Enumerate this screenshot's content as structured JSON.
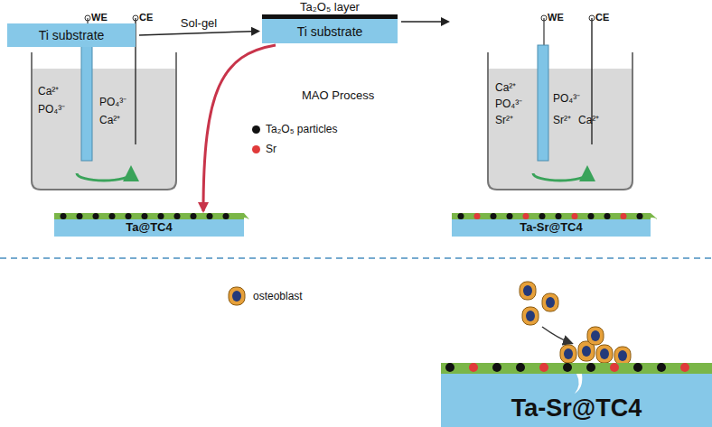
{
  "diagram": {
    "nodes": [
      {
        "text": [
          "Ti substrate"
        ]
      },
      {
        "text": [
          "Ta₂O₅ layer",
          "Ti substrate"
        ]
      },
      {
        "text": [
          "Ta@TC4"
        ]
      },
      {
        "text": [
          "Ta-Sr@TC4"
        ]
      },
      {
        "text": [
          "Ta-Sr@TC4"
        ]
      }
    ],
    "edges": [
      {
        "from": 0,
        "to": 1,
        "label": "Sol-gel",
        "arrow": "to"
      },
      {
        "from": 1,
        "to": 2,
        "arrow": "to"
      },
      {
        "from": 1,
        "to": 3,
        "arrow": "to"
      }
    ],
    "labels": [
      "WE",
      "CE",
      "Ca²⁺",
      "PO₄³⁻",
      "PO₄³⁻",
      "Ca²⁺",
      "MAO Process",
      "WE",
      "CE",
      "Ca²⁺",
      "PO₄³⁻",
      "PO₄³⁻",
      "Sr²⁺",
      "Sr²⁺",
      "Ca²⁺"
    ],
    "legend": [
      {
        "text": "Ta₂O₅ particles",
        "color": "#111111"
      },
      {
        "text": "Sr",
        "color": "#e03a3a"
      },
      {
        "text": "osteoblast"
      }
    ]
  }
}
